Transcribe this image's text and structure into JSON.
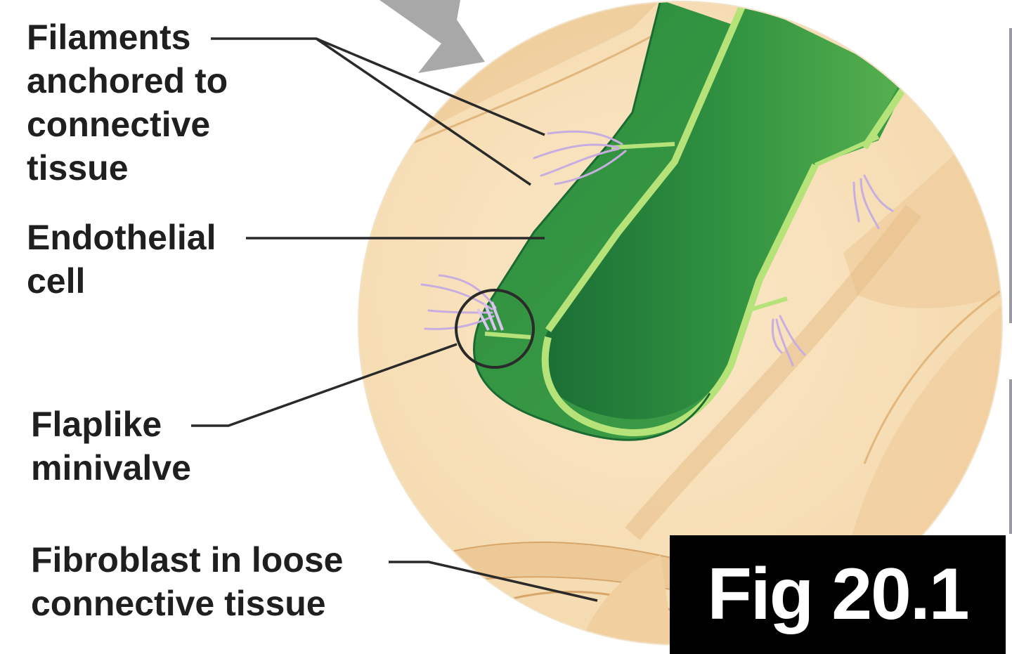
{
  "labels": {
    "filaments": [
      "Filaments",
      "anchored to",
      "connective",
      "tissue"
    ],
    "endothelial": [
      "Endothelial",
      "cell"
    ],
    "flaplike": [
      "Flaplike",
      "minivalve"
    ],
    "fibroblast": [
      "Fibroblast in loose",
      "connective tissue"
    ]
  },
  "figure_label": "Fig 20.1",
  "colors": {
    "tissue": "#f7dfb8",
    "tissue_fold": "#eec998",
    "vessel_dark": "#1f7a3a",
    "vessel_mid": "#3fa34a",
    "vessel_rim": "#b6e27a",
    "filament": "#c8aee0",
    "arrow": "#a8a8a8",
    "leader_line": "#2a2a2a",
    "badge_bg": "#000000",
    "badge_text": "#ffffff"
  },
  "icons": {
    "pointer_arrow": "gray-arrow-icon"
  }
}
